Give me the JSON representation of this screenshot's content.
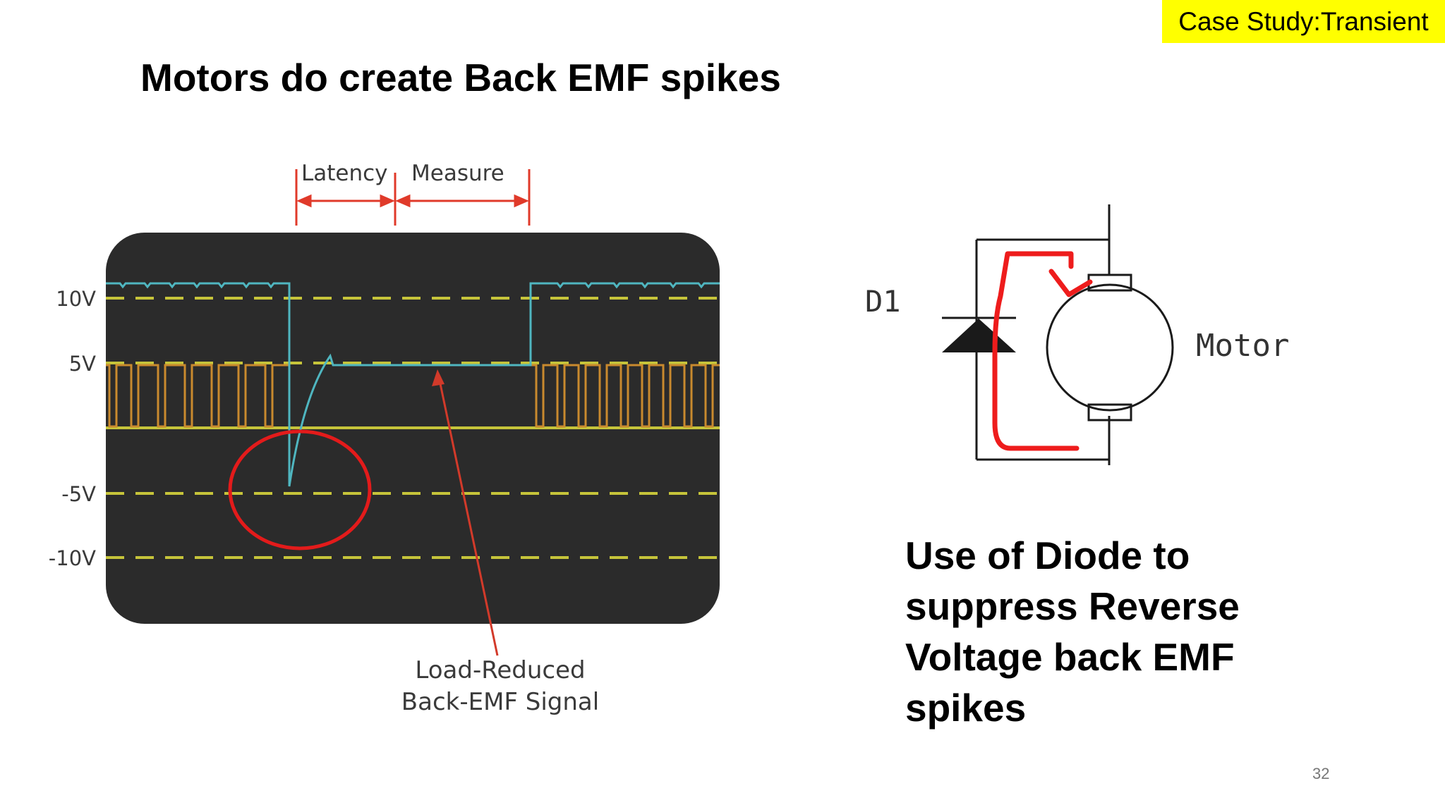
{
  "tag": "Case Study:Transient",
  "title": "Motors do create Back EMF spikes",
  "scope": {
    "y_labels": [
      "10V",
      "5V",
      "-5V",
      "-10V"
    ],
    "top_labels": {
      "latency": "Latency",
      "measure": "Measure"
    },
    "annotation_line1": "Load-Reduced",
    "annotation_line2": "Back-EMF Signal",
    "colors": {
      "background": "#2b2b2b",
      "grid": "#c6c43a",
      "pwm": "#c98a2e",
      "signal": "#4fb6c0",
      "marker": "#e03a2a",
      "circle": "#e31b1b"
    }
  },
  "circuit": {
    "diode_label": "D1",
    "motor_label": "Motor",
    "current_path_color": "#ee1c1c"
  },
  "description": "Use of Diode to suppress Reverse Voltage back EMF spikes",
  "page_number": "32"
}
